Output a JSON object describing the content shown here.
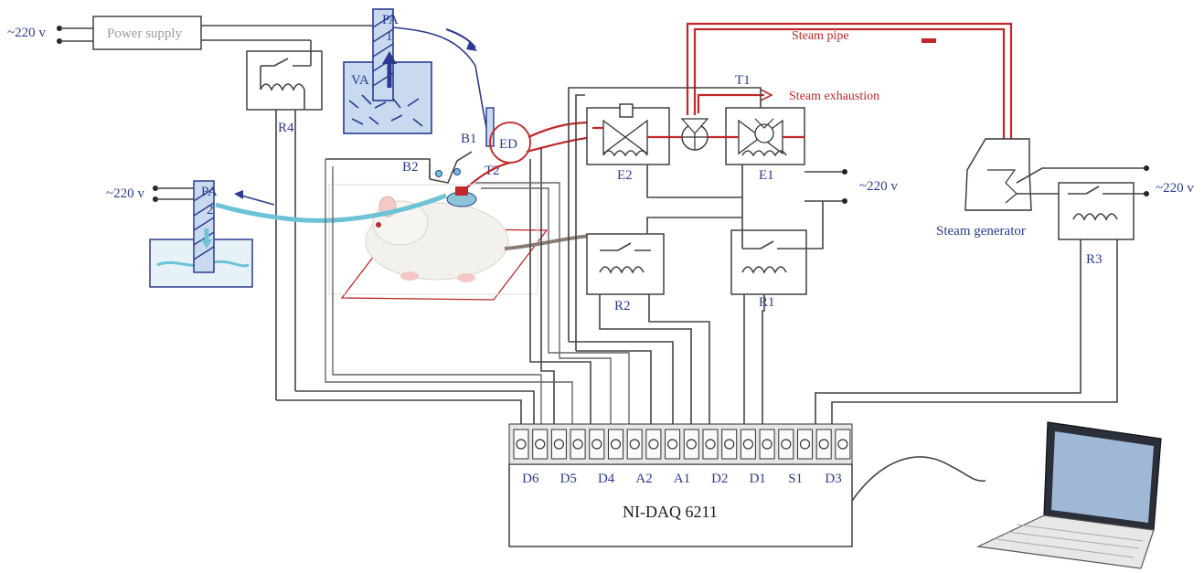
{
  "labels": {
    "mains_left": "~220 v",
    "power_supply": "Power supply",
    "pa1_top": "PA",
    "pa1_num": "1",
    "va": "VA",
    "r4": "R4",
    "mains_pa2": "~220 v",
    "pa2_top": "PA",
    "pa2_num": "2",
    "b1": "B1",
    "b2": "B2",
    "ed": "ED",
    "t2": "T2",
    "t1": "T1",
    "steam_pipe": "Steam pipe",
    "steam_exhaustion": "Steam exhaustion",
    "e2": "E2",
    "e1": "E1",
    "mains_e1": "~220 v",
    "r2": "R2",
    "r1": "R1",
    "steam_generator": "Steam generator",
    "mains_r3": "~220 v",
    "r3": "R3",
    "daq_name": "NI-DAQ 6211"
  },
  "daq_channels": [
    "D6",
    "D5",
    "D4",
    "A2",
    "A1",
    "D2",
    "D1",
    "S1",
    "D3"
  ],
  "colors": {
    "text_blue": "#2b3a8f",
    "steam_red": "#c0282a",
    "tube_cyan": "#6cc3d6",
    "wire": "#444444"
  }
}
